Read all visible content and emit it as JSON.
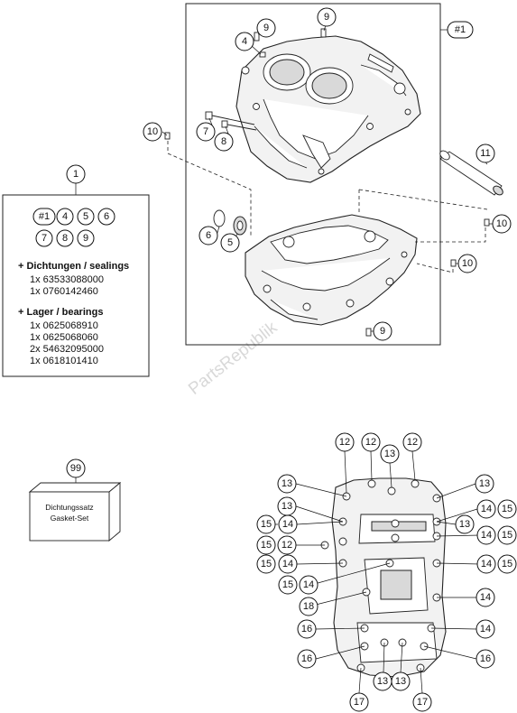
{
  "watermark": "PartsRepublik",
  "group_label": "#1",
  "kit_box": {
    "callout": "1",
    "row1": [
      "#1",
      "4",
      "5",
      "6"
    ],
    "row2": [
      "7",
      "8",
      "9"
    ],
    "sealings_heading": "+ Dichtungen / sealings",
    "sealings": [
      "1x 63533088000",
      "1x 0760142460"
    ],
    "bearings_heading": "+ Lager / bearings",
    "bearings": [
      "1x 0625068910",
      "1x 0625068060",
      "2x 54632095000",
      "1x 0618101410"
    ]
  },
  "gasket_set": {
    "callout": "99",
    "line1": "Dichtungssatz",
    "line2": "Gasket-Set"
  },
  "callouts_top": [
    "9",
    "9",
    "4",
    "10",
    "7",
    "8",
    "11",
    "10",
    "6",
    "5",
    "10",
    "9"
  ],
  "callouts_bottom": [
    "12",
    "12",
    "13",
    "12",
    "13",
    "13",
    "13",
    "14",
    "15",
    "15",
    "14",
    "13",
    "15",
    "14",
    "15",
    "12",
    "15",
    "14",
    "14",
    "15",
    "15",
    "14",
    "18",
    "14",
    "16",
    "14",
    "16",
    "16",
    "13",
    "13",
    "17",
    "17"
  ]
}
